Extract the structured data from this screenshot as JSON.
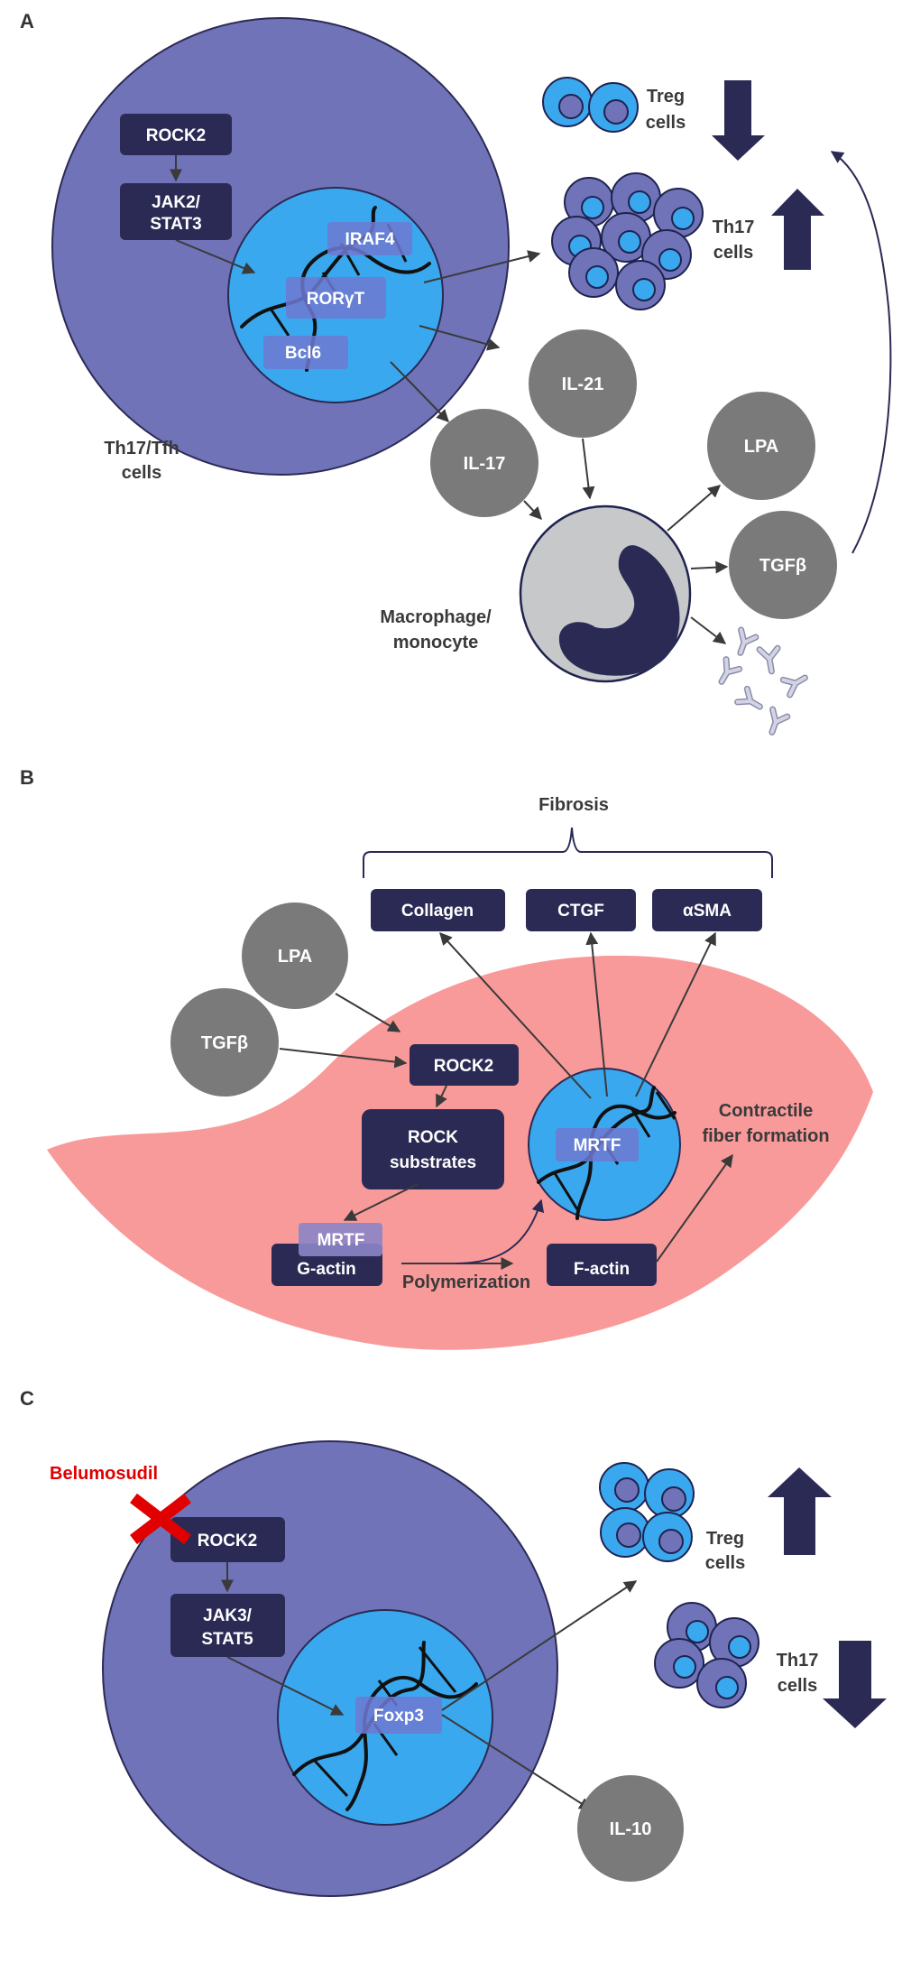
{
  "colors": {
    "cell_body": "#7073b8",
    "nucleus": "#3aa8ee",
    "box": "#2b2a55",
    "cytokine": "#7a7a7a",
    "fibroblast": "#f99a9a",
    "macrophage": "#c7c8ca",
    "inhibitor": "#e00000"
  },
  "panel_a": {
    "letter": "A",
    "cell_label": [
      "Th17/Tfh",
      "cells"
    ],
    "boxes": {
      "rock2": "ROCK2",
      "jak_stat": [
        "JAK2/",
        "STAT3"
      ]
    },
    "transcription_factors": [
      "IRAF4",
      "RORγT",
      "Bcl6"
    ],
    "treg_label": [
      "Treg",
      "cells"
    ],
    "treg_trend": "down",
    "th17_label": [
      "Th17",
      "cells"
    ],
    "th17_trend": "up",
    "cytokines": [
      "IL-21",
      "IL-17",
      "LPA",
      "TGFβ"
    ],
    "macrophage_label": [
      "Macrophage/",
      "monocyte"
    ]
  },
  "panel_b": {
    "letter": "B",
    "fibrosis_label": "Fibrosis",
    "fibrosis_markers": [
      "Collagen",
      "CTGF",
      "αSMA"
    ],
    "cytokines": [
      "LPA",
      "TGFβ"
    ],
    "boxes": {
      "rock2": "ROCK2",
      "rock_substrates": [
        "ROCK",
        "substrates"
      ],
      "g_actin": "G-actin",
      "f_actin": "F-actin"
    },
    "mrtf_cytoplasm": "MRTF",
    "mrtf_nucleus": "MRTF",
    "polymerization_label": "Polymerization",
    "contractile_label": [
      "Contractile",
      "fiber formation"
    ]
  },
  "panel_c": {
    "letter": "C",
    "drug_label": "Belumosudil",
    "boxes": {
      "rock2": "ROCK2",
      "jak_stat": [
        "JAK3/",
        "STAT5"
      ]
    },
    "transcription_factor": "Foxp3",
    "treg_label": [
      "Treg",
      "cells"
    ],
    "treg_trend": "up",
    "th17_label": [
      "Th17",
      "cells"
    ],
    "th17_trend": "down",
    "cytokine": "IL-10"
  }
}
